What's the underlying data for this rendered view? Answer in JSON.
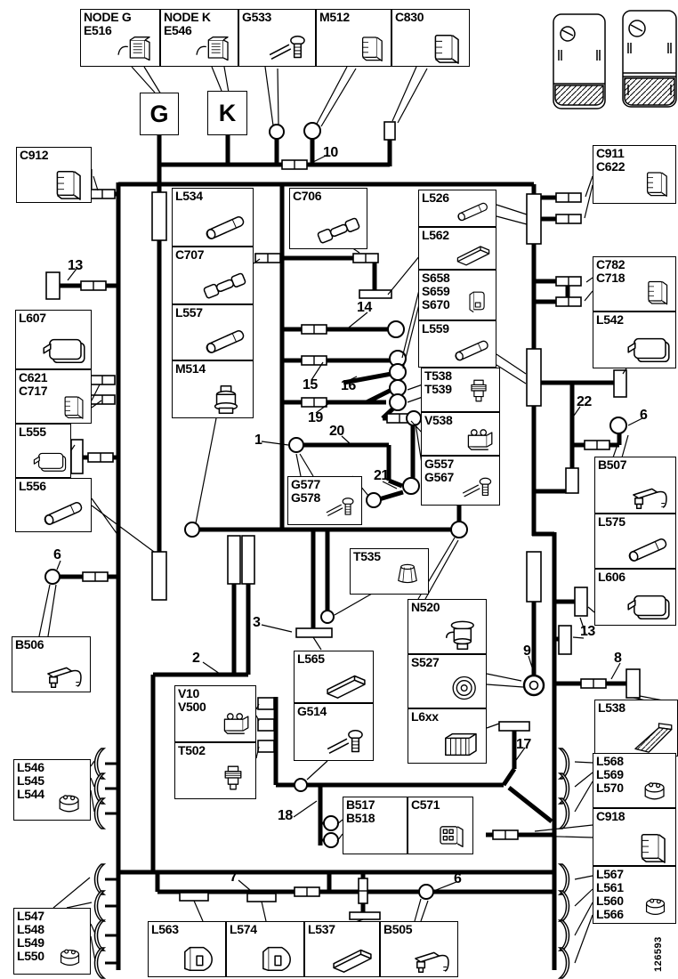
{
  "part_number": "126593",
  "letters": {
    "g": "G",
    "k": "K"
  },
  "wire_labels": {
    "n1": "1",
    "n2": "2",
    "n3": "3",
    "n6_left": "6",
    "n6_right": "6",
    "n6_bottom": "6",
    "n7": "7",
    "n8": "8",
    "n9": "9",
    "n10": "10",
    "n13_left": "13",
    "n13_right": "13",
    "n14": "14",
    "n15": "15",
    "n16": "16",
    "n17": "17",
    "n18": "18",
    "n19": "19",
    "n20": "20",
    "n21": "21",
    "n22": "22"
  },
  "boxes": {
    "node_g": {
      "l1": "NODE G",
      "l2": "E516"
    },
    "node_k": {
      "l1": "NODE K",
      "l2": "E546"
    },
    "g533": {
      "l1": "G533"
    },
    "m512": {
      "l1": "M512"
    },
    "c830": {
      "l1": "C830"
    },
    "c912": {
      "l1": "C912"
    },
    "l607": {
      "l1": "L607"
    },
    "c621_c717": {
      "l1": "C621",
      "l2": "C717"
    },
    "l555": {
      "l1": "L555"
    },
    "l556": {
      "l1": "L556"
    },
    "b506": {
      "l1": "B506"
    },
    "l546_l545_l544": {
      "l1": "L546",
      "l2": "L545",
      "l3": "L544"
    },
    "l547_l550": {
      "l1": "L547",
      "l2": "L548",
      "l3": "L549",
      "l4": "L550"
    },
    "l534": {
      "l1": "L534"
    },
    "c707": {
      "l1": "C707"
    },
    "l557": {
      "l1": "L557"
    },
    "m514": {
      "l1": "M514"
    },
    "c706": {
      "l1": "C706"
    },
    "l526": {
      "l1": "L526"
    },
    "l562": {
      "l1": "L562"
    },
    "s658": {
      "l1": "S658",
      "l2": "S659",
      "l3": "S670"
    },
    "l559": {
      "l1": "L559"
    },
    "t538": {
      "l1": "T538",
      "l2": "T539"
    },
    "v538": {
      "l1": "V538"
    },
    "g557": {
      "l1": "G557",
      "l2": "G567"
    },
    "g577": {
      "l1": "G577",
      "l2": "G578"
    },
    "t535": {
      "l1": "T535"
    },
    "l565": {
      "l1": "L565"
    },
    "g514": {
      "l1": "G514"
    },
    "n520": {
      "l1": "N520"
    },
    "s527": {
      "l1": "S527"
    },
    "l6xx": {
      "l1": "L6xx"
    },
    "v10_v500": {
      "l1": "V10",
      "l2": "V500"
    },
    "t502": {
      "l1": "T502"
    },
    "b517": {
      "l1": "B517",
      "l2": "B518"
    },
    "c571": {
      "l1": "C571"
    },
    "c911": {
      "l1": "C911",
      "l2": "C622"
    },
    "c782": {
      "l1": "C782",
      "l2": "C718"
    },
    "l542": {
      "l1": "L542"
    },
    "b507": {
      "l1": "B507"
    },
    "l575": {
      "l1": "L575"
    },
    "l606": {
      "l1": "L606"
    },
    "l538": {
      "l1": "L538"
    },
    "l568_l570": {
      "l1": "L568",
      "l2": "L569",
      "l3": "L570"
    },
    "c918": {
      "l1": "C918"
    },
    "l567_l566": {
      "l1": "L567",
      "l2": "L561",
      "l3": "L560",
      "l4": "L566"
    },
    "l563": {
      "l1": "L563"
    },
    "l574": {
      "l1": "L574"
    },
    "l537": {
      "l1": "L537"
    },
    "b505": {
      "l1": "B505"
    }
  },
  "colors": {
    "ink": "#000000",
    "paper": "#ffffff"
  }
}
